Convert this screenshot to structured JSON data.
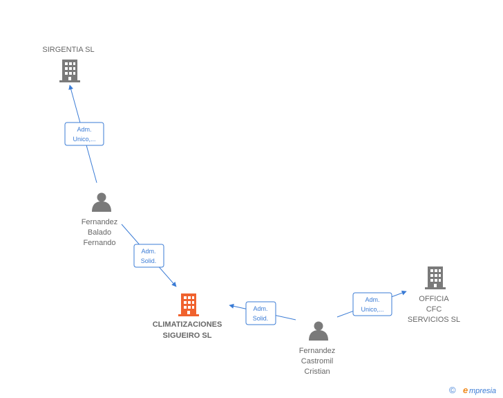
{
  "colors": {
    "company": "#7a7a7a",
    "focus_company": "#f0622e",
    "person": "#7a7a7a",
    "edge": "#3a7bd5",
    "label": "#666666"
  },
  "nodes": {
    "sirgentia": {
      "lines": [
        "SIRGENTIA SL"
      ],
      "icon": "building-icon"
    },
    "climatizaciones": {
      "lines": [
        "CLIMATIZACIONES",
        "SIGUEIRO  SL"
      ],
      "icon": "building-icon"
    },
    "officia": {
      "lines": [
        "OFFICIA",
        "CFC",
        "SERVICIOS  SL"
      ],
      "icon": "building-icon"
    },
    "fernandez_balado": {
      "lines": [
        "Fernandez",
        "Balado",
        "Fernando"
      ],
      "icon": "person-icon"
    },
    "fernandez_castromil": {
      "lines": [
        "Fernandez",
        "Castromil",
        "Cristian"
      ],
      "icon": "person-icon"
    }
  },
  "edges": {
    "e1": {
      "lines": [
        "Adm.",
        "Unico,..."
      ]
    },
    "e2": {
      "lines": [
        "Adm.",
        "Solid."
      ]
    },
    "e3": {
      "lines": [
        "Adm.",
        "Solid."
      ]
    },
    "e4": {
      "lines": [
        "Adm.",
        "Unico,..."
      ]
    }
  },
  "brand": {
    "copyright": "©",
    "initial": "e",
    "name": "mpresia"
  }
}
